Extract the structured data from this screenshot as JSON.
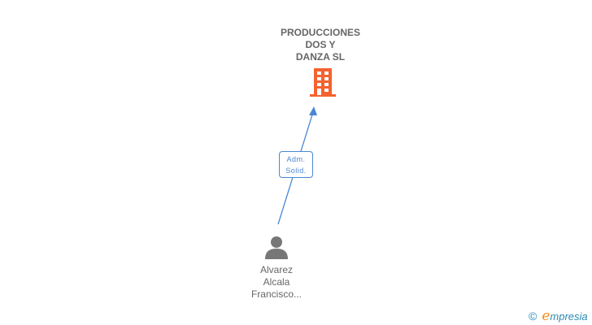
{
  "company": {
    "name_lines": [
      "PRODUCCIONES",
      "DOS Y",
      "DANZA SL"
    ],
    "icon": "building-icon",
    "icon_color": "#f4622f"
  },
  "relation": {
    "label_lines": [
      "Adm.",
      "Solid."
    ],
    "color": "#4a86d4"
  },
  "person": {
    "icon": "person-icon",
    "icon_color": "#777777",
    "name_lines": [
      "Alvarez",
      "Alcala",
      "Francisco..."
    ]
  },
  "brand": {
    "copyright_symbol": "©",
    "initial": "e",
    "rest": "mpresia"
  }
}
